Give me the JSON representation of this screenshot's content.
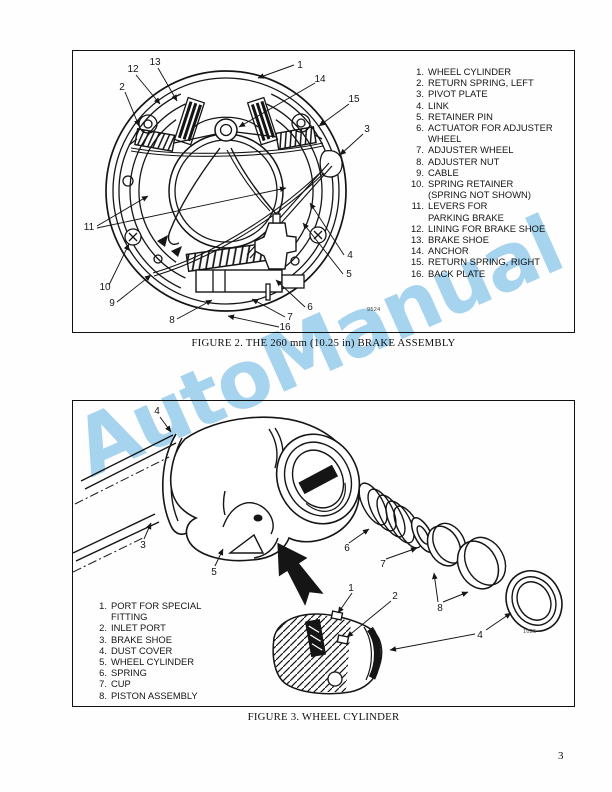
{
  "page": {
    "number": "3"
  },
  "watermark": {
    "text": "AutoManual",
    "color": "#a7d4ee"
  },
  "figure2": {
    "caption": "FIGURE 2. THE 260 mm (10.25 in) BRAKE ASSEMBLY",
    "drawing_id": "9524",
    "parts": [
      {
        "num": "1.",
        "text": "WHEEL CYLINDER"
      },
      {
        "num": "2.",
        "text": "RETURN SPRING, LEFT"
      },
      {
        "num": "3.",
        "text": "PIVOT PLATE"
      },
      {
        "num": "4.",
        "text": "LINK"
      },
      {
        "num": "5.",
        "text": "RETAINER PIN"
      },
      {
        "num": "6.",
        "text": "ACTUATOR FOR ADJUSTER\nWHEEL"
      },
      {
        "num": "7.",
        "text": "ADJUSTER WHEEL"
      },
      {
        "num": "8.",
        "text": "ADJUSTER NUT"
      },
      {
        "num": "9.",
        "text": "CABLE"
      },
      {
        "num": "10.",
        "text": "SPRING RETAINER\n(SPRING NOT SHOWN)"
      },
      {
        "num": "11.",
        "text": "LEVERS FOR\nPARKING BRAKE"
      },
      {
        "num": "12.",
        "text": "LINING FOR BRAKE SHOE"
      },
      {
        "num": "13.",
        "text": "BRAKE SHOE"
      },
      {
        "num": "14.",
        "text": "ANCHOR"
      },
      {
        "num": "15.",
        "text": "RETURN SPRING, RIGHT"
      },
      {
        "num": "16.",
        "text": "BACK PLATE"
      }
    ],
    "callouts": [
      "1",
      "2",
      "3",
      "4",
      "5",
      "6",
      "7",
      "8",
      "9",
      "10",
      "11",
      "12",
      "13",
      "14",
      "15",
      "16"
    ]
  },
  "figure3": {
    "caption": "FIGURE 3. WHEEL CYLINDER",
    "drawing_id": "1025",
    "parts": [
      {
        "num": "1.",
        "text": "PORT FOR SPECIAL\nFITTING"
      },
      {
        "num": "2.",
        "text": "INLET PORT"
      },
      {
        "num": "3.",
        "text": "BRAKE SHOE"
      },
      {
        "num": "4.",
        "text": "DUST COVER"
      },
      {
        "num": "5.",
        "text": "WHEEL CYLINDER"
      },
      {
        "num": "6.",
        "text": "SPRING"
      },
      {
        "num": "7.",
        "text": "CUP"
      },
      {
        "num": "8.",
        "text": "PISTON ASSEMBLY"
      }
    ],
    "callouts": [
      "4",
      "3",
      "5",
      "1",
      "2",
      "6",
      "7",
      "8",
      "4"
    ]
  }
}
